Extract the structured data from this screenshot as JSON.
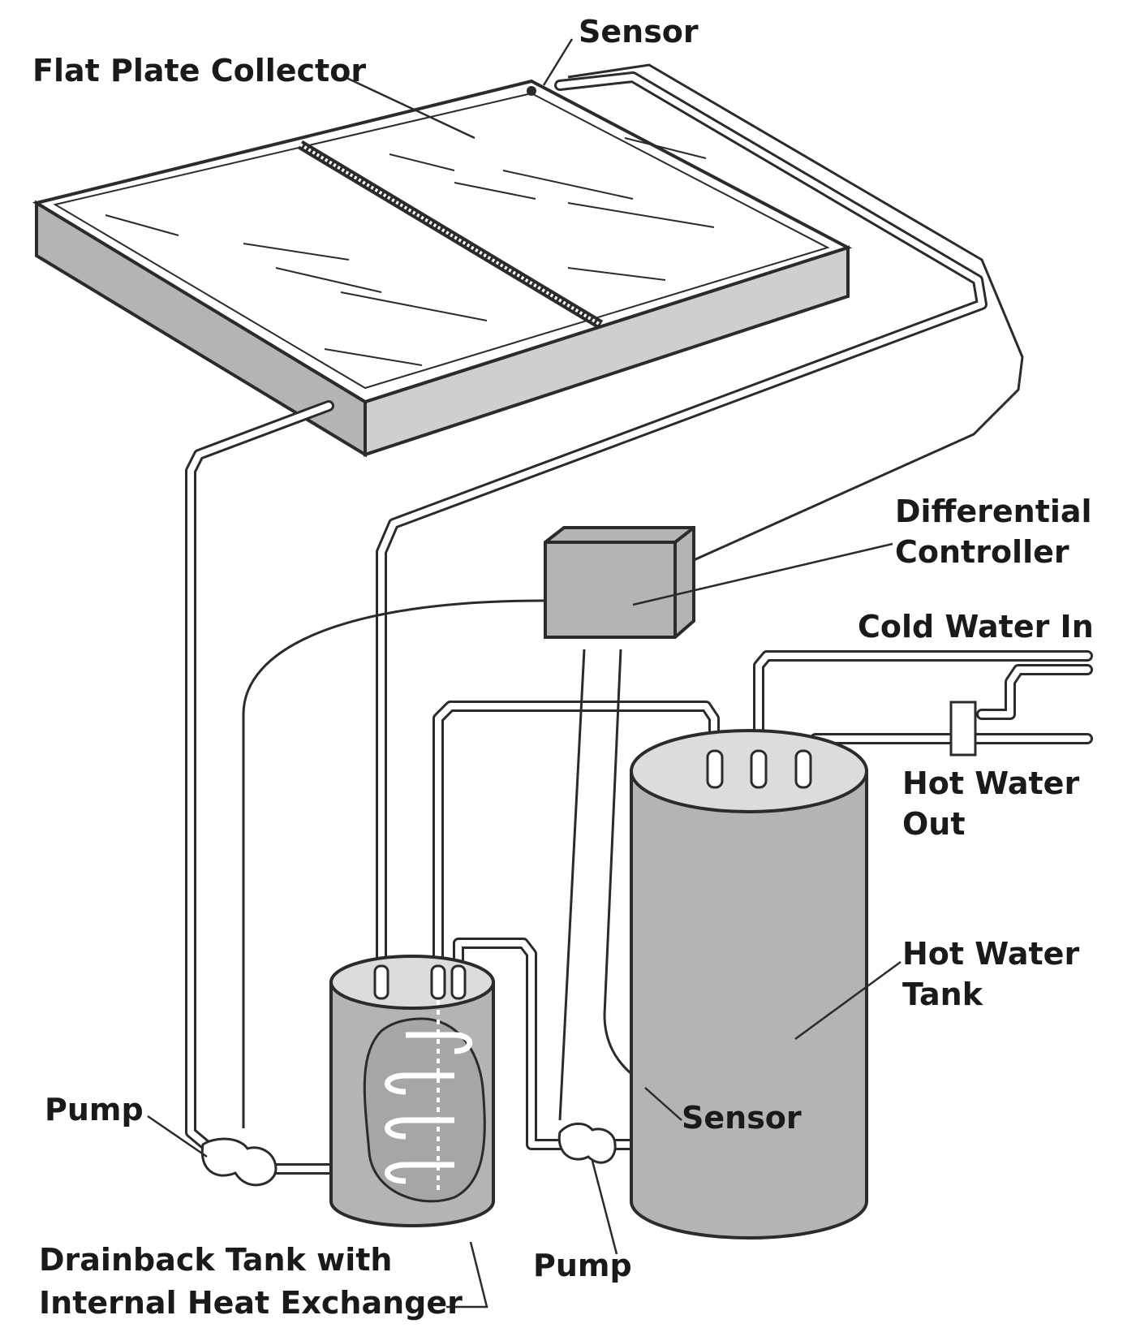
{
  "labels": {
    "flat_plate_collector": "Flat Plate Collector",
    "sensor_top": "Sensor",
    "differential_controller_line1": "Differential",
    "differential_controller_line2": "Controller",
    "cold_water_in": "Cold Water In",
    "hot_water_out_line1": "Hot Water",
    "hot_water_out_line2": "Out",
    "hot_water_tank_line1": "Hot Water",
    "hot_water_tank_line2": "Tank",
    "sensor_tank": "Sensor",
    "pump_left": "Pump",
    "pump_center": "Pump",
    "drainback_line1": "Drainback Tank with",
    "drainback_line2": "Internal Heat Exchanger"
  },
  "colors": {
    "line": "#2b2b2b",
    "fill_gray": "#b4b4b4",
    "fill_light": "#dcdcdc",
    "background": "#ffffff"
  }
}
